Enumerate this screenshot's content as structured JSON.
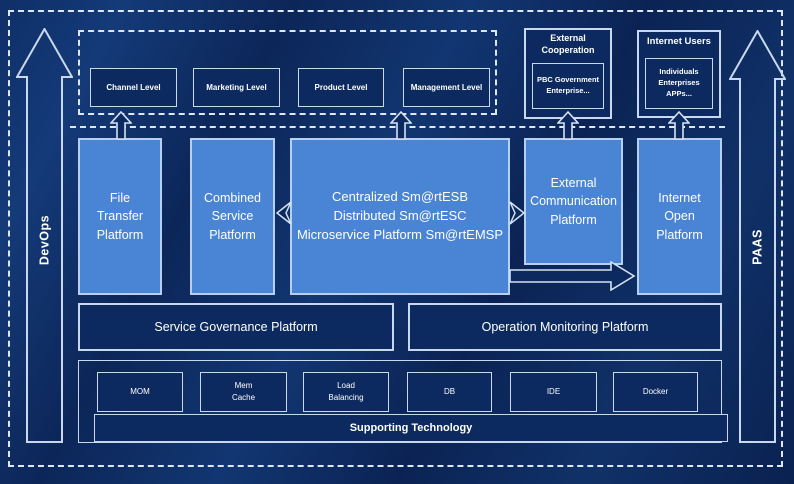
{
  "colors": {
    "background": "#0c2457",
    "panel_dark": "#0c2a5f",
    "platform_light_blue": "#4a84d4",
    "border_light": "#c8d9ee",
    "dashed_line": "#dde7f5",
    "text": "#ffffff"
  },
  "rails": {
    "left": "DevOps",
    "right": "PAAS"
  },
  "levels": {
    "items": [
      {
        "label": "Channel Level"
      },
      {
        "label": "Marketing Level"
      },
      {
        "label": "Product Level"
      },
      {
        "label": "Management Level"
      }
    ]
  },
  "external_cooperation": {
    "title": "External Cooperation",
    "body": "PBC Government Enterprise..."
  },
  "internet_users": {
    "title": "Internet Users",
    "lines": [
      "Individuals",
      "Enterprises",
      "APPs..."
    ]
  },
  "platforms": {
    "file": {
      "lines": [
        "File",
        "Transfer",
        "Platform"
      ]
    },
    "combined": {
      "lines": [
        "Combined",
        "Service",
        "Platform"
      ]
    },
    "central": {
      "lines": [
        "Centralized Sm@rtESB",
        "Distributed Sm@rtESC",
        "Microservice Platform Sm@rtEMSP"
      ]
    },
    "external_comm": {
      "lines": [
        "External",
        "Communication",
        "Platform"
      ]
    },
    "internet_open": {
      "lines": [
        "Internet",
        "Open",
        "Platform"
      ]
    }
  },
  "governance": {
    "service": "Service Governance Platform",
    "operation": "Operation Monitoring Platform"
  },
  "supporting": {
    "label": "Supporting Technology",
    "items": [
      {
        "line1": "MOM",
        "line2": ""
      },
      {
        "line1": "Mem",
        "line2": "Cache"
      },
      {
        "line1": "Load",
        "line2": "Balancing"
      },
      {
        "line1": "DB",
        "line2": ""
      },
      {
        "line1": "IDE",
        "line2": ""
      },
      {
        "line1": "Docker",
        "line2": ""
      }
    ]
  }
}
